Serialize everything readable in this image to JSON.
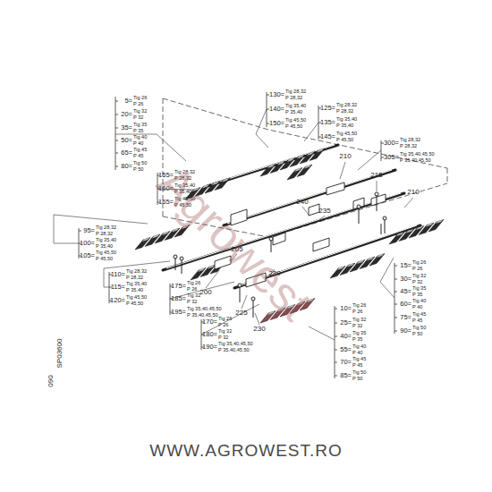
{
  "diagram": {
    "labels": [
      "5=",
      "Tig 26",
      "P 26",
      "20=",
      "Tig 32",
      "P 32",
      "35=",
      "Tig 35",
      "P 35",
      "50=",
      "Tig 40",
      "P 40",
      "65=",
      "Tig 45",
      "P 45",
      "80=",
      "Tig 50",
      "P 50",
      "130=",
      "Tig 28,32",
      "P 28,32",
      "125=",
      "Tig 28,32",
      "P 28,32",
      "140=",
      "Tig 35,40",
      "P 35,40",
      "135=",
      "Tig 35,40",
      "P 35,40",
      "150=",
      "Tig 45,50",
      "P 45,50",
      "145=",
      "Tig 45,50",
      "P 45,50",
      "300=",
      "Tig 28,32",
      "P 28,32",
      "305=",
      "Tig 35,40,45,50",
      "P 35,40,45,50",
      "155=",
      "Tig 28,32",
      "P 28,32",
      "160=",
      "Tig 35,40",
      "P 35,40",
      "165=",
      "Tig 45,50",
      "P 45,50",
      "95=",
      "Tig 28,32",
      "P 28,32",
      "100=",
      "Tig 35,40",
      "P 35,40",
      "105=",
      "Tig 45,50",
      "P 45,50",
      "110=",
      "Tig 28,32",
      "P 28,32",
      "115=",
      "Tig 35,40",
      "P 35,40",
      "120=",
      "Tig 45,50",
      "P 45,50",
      "175=",
      "Tig 26",
      "P 26",
      "185=",
      "Tig 32",
      "P 32",
      "195=",
      "Tig 35,40,45,50",
      "P 35,40,45,50",
      "170=",
      "Tig 26",
      "P 26",
      "180=",
      "Tig 32",
      "P 32",
      "190=",
      "Tig 35,40,45,50",
      "P 35,40,45,50",
      "15=",
      "Tig 26",
      "P 26",
      "30=",
      "Tig 32",
      "P 32",
      "45=",
      "Tig 35",
      "P 35",
      "60=",
      "Tig 40",
      "P 40",
      "75=",
      "Tig 45",
      "P 45",
      "90=",
      "Tig 50",
      "P 50",
      "10=",
      "Tig 26",
      "P 26",
      "25=",
      "Tig 32",
      "P 32",
      "40=",
      "Tig 35",
      "P 35",
      "55=",
      "Tig 40",
      "P 40",
      "70=",
      "Tig 45",
      "P 45",
      "85=",
      "Tig 50",
      "P 50",
      "210",
      "215",
      "210",
      "240",
      "235",
      "205",
      "200",
      "220",
      "225",
      "230",
      "090",
      "SP03600",
      "Agrowest",
      "WWW.AGROWEST.RO"
    ]
  }
}
